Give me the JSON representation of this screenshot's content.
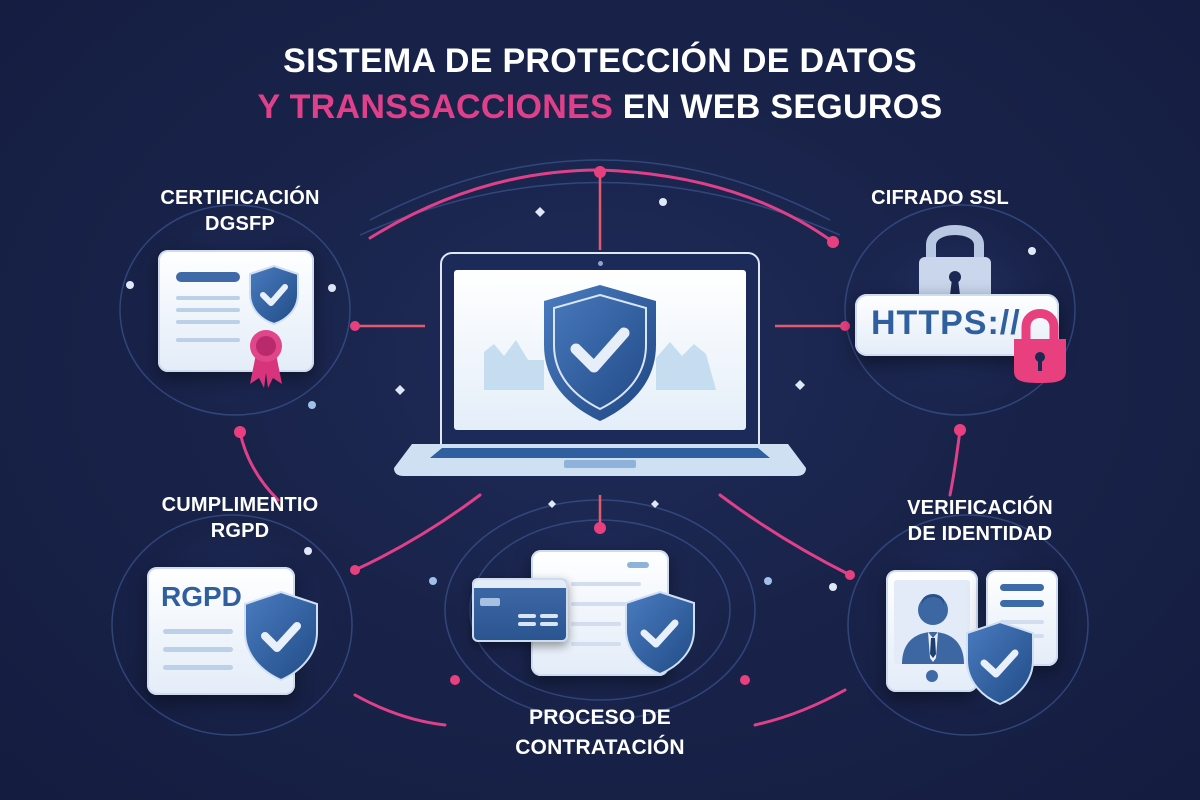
{
  "title": {
    "line1": "SISTEMA DE PROTECCIÓN DE DATOS",
    "line2_highlight": "Y TRANSSACCIONES",
    "line2_rest": " EN WEB SEGUROS"
  },
  "nodes": {
    "certificacion": {
      "line1": "CERTIFICACIÓN",
      "line2": "DGSFP",
      "icon": "certificate-shield-ribbon-icon"
    },
    "cifrado": {
      "line1": "CIFRADO SSL",
      "badge_text": "HTTPS://",
      "icon": "padlock-https-icon"
    },
    "center": {
      "icon": "laptop-shield-check-icon"
    },
    "cumplimiento": {
      "line1": "CUMPLIMENTIO",
      "line2": "RGPD",
      "doc_title": "RGPD",
      "icon": "document-shield-icon"
    },
    "verificacion": {
      "line1": "VERIFICACIÓN",
      "line2": "DE IDENTIDAD",
      "icon": "id-card-shield-icon"
    },
    "contratacion": {
      "line1": "PROCESO DE",
      "line2": "CONTRATACIÓN",
      "icon": "credit-card-document-shield-icon"
    }
  },
  "colors": {
    "background": "#19234a",
    "accent_pink": "#e0408a",
    "shield_blue": "#2f5f9e",
    "card_white": "#f3f7fd",
    "line_blue": "#3a5590"
  }
}
